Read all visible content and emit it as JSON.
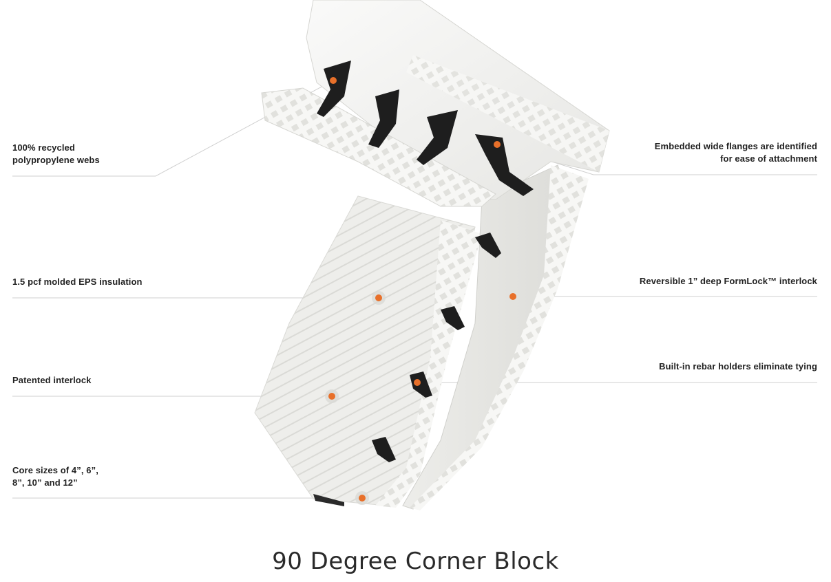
{
  "title": "90 Degree Corner Block",
  "callouts": {
    "recycled_webs": "100% recycled\npolypropylene webs",
    "eps_insulation": "1.5 pcf molded EPS insulation",
    "patented_interlock": "Patented interlock",
    "core_sizes": "Core sizes of 4”, 6”,\n8”, 10” and 12”",
    "embedded_flanges": "Embedded wide flanges are identified\nfor ease of attachment",
    "formlock": "Reversible 1” deep FormLock™ interlock",
    "rebar_holders": "Built-in rebar holders eliminate tying"
  },
  "colors": {
    "accent": "#e8702a",
    "leader_line": "#cfcfcf",
    "foam": "#f3f3f1",
    "web": "#1e1e1e"
  }
}
